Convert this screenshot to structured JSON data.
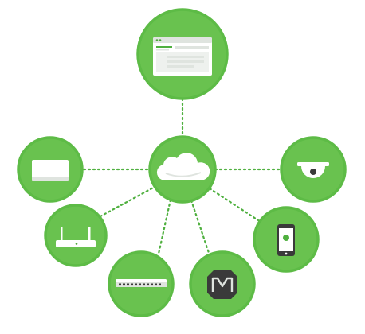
{
  "palette": {
    "ring": "#5dbb46",
    "fill": "#69c24f",
    "fill_dark": "#4ea83b",
    "link": "#4fb03f",
    "white": "#ffffff",
    "device_light": "#eef1ee",
    "device_grey": "#dfe4df",
    "dark": "#3a3a3a"
  },
  "diagram": {
    "hub": {
      "name": "cloud-hub",
      "icon": "cloud-icon"
    },
    "nodes": [
      {
        "name": "dashboard-node",
        "icon": "dashboard-window-icon"
      },
      {
        "name": "access-point-node",
        "icon": "access-point-icon"
      },
      {
        "name": "camera-node",
        "icon": "dome-camera-icon"
      },
      {
        "name": "router-node",
        "icon": "wireless-router-icon"
      },
      {
        "name": "mobile-node",
        "icon": "smartphone-icon"
      },
      {
        "name": "switch-node",
        "icon": "network-switch-icon"
      },
      {
        "name": "security-appliance-node",
        "icon": "security-appliance-icon"
      }
    ]
  }
}
